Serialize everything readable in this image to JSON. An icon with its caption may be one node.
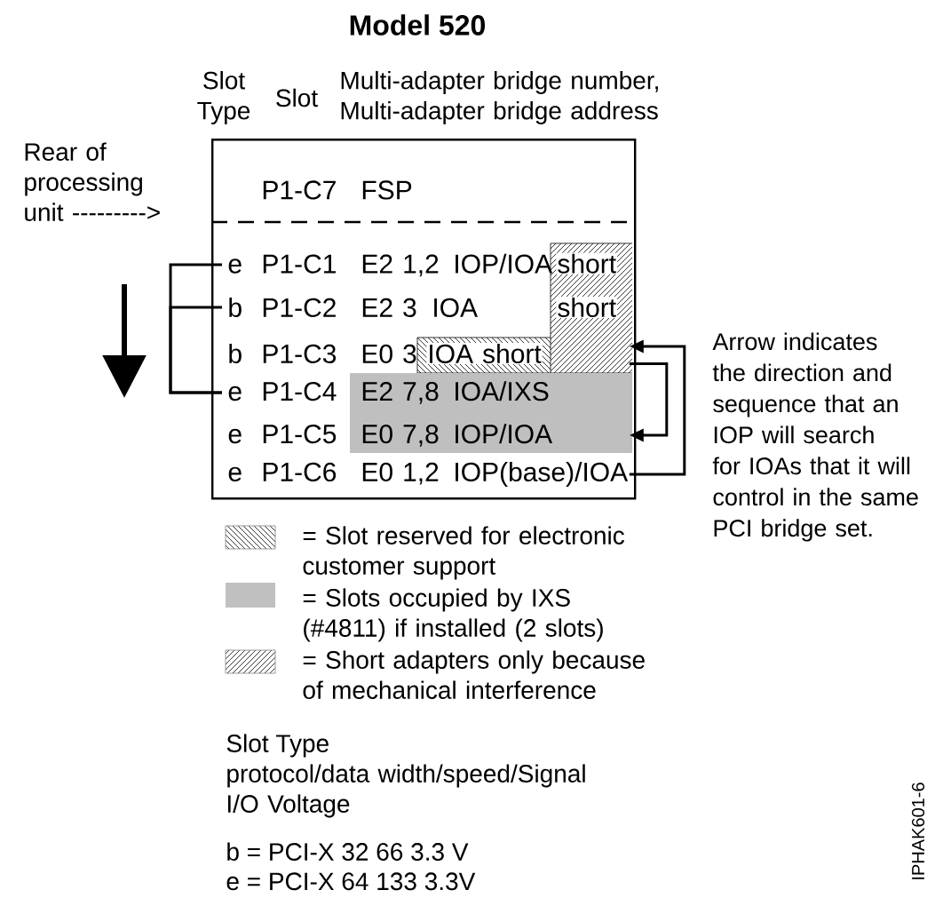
{
  "diagram": {
    "title": "Model 520",
    "nodes": [
      {
        "text": [],
        "shape": "box"
      },
      {
        "text": [
          "P1-C7",
          "FSP"
        ],
        "in": 0
      },
      {
        "text": [
          "e",
          "P1-C1",
          "E2 1,2",
          "IOP/IOA",
          "short"
        ],
        "in": 0
      },
      {
        "text": [
          "b",
          "P1-C2",
          "E2 3",
          "IOA",
          "short"
        ],
        "in": 0
      },
      {
        "text": [
          "b",
          "P1-C3",
          "E0 3",
          "IOA short"
        ],
        "in": 0
      },
      {
        "text": [
          "e",
          "P1-C4",
          "E2 7,8",
          "IOA/IXS"
        ],
        "in": 0
      },
      {
        "text": [
          "e",
          "P1-C5",
          "E0 7,8",
          "IOP/IOA"
        ],
        "in": 0
      },
      {
        "text": [
          "e",
          "P1-C6",
          "E0 1,2",
          "IOP(base)/IOA"
        ],
        "in": 0
      }
    ],
    "edges": [
      {
        "from": 2,
        "to": 5,
        "arrow": "none"
      },
      {
        "from": 3,
        "to": 5,
        "arrow": "none"
      },
      {
        "from": 7,
        "to": 4,
        "arrow": "to"
      },
      {
        "from": 5,
        "to": 6,
        "arrow": "to"
      }
    ],
    "labels": [
      "Slot Type",
      "Slot",
      "Multi-adapter bridge number, Multi-adapter bridge address",
      "Rear of processing unit --------->",
      "Arrow indicates the direction and sequence that an IOP will search for IOAs that it will control in the same PCI bridge set.",
      "Slot Type",
      "protocol/data width/speed/Signal I/O Voltage",
      "b = PCI-X 32 66 3.3 V",
      "e = PCI-X 64 133 3.3V",
      "IPHAK601-6"
    ],
    "legend": [
      {
        "text": "= Slot reserved for electronic customer support"
      },
      {
        "text": "= Slots occupied by IXS (#4811) if installed (2 slots)",
        "color": "#c0c0c0"
      },
      {
        "text": "= Short adapters only because of mechanical interference"
      }
    ]
  }
}
